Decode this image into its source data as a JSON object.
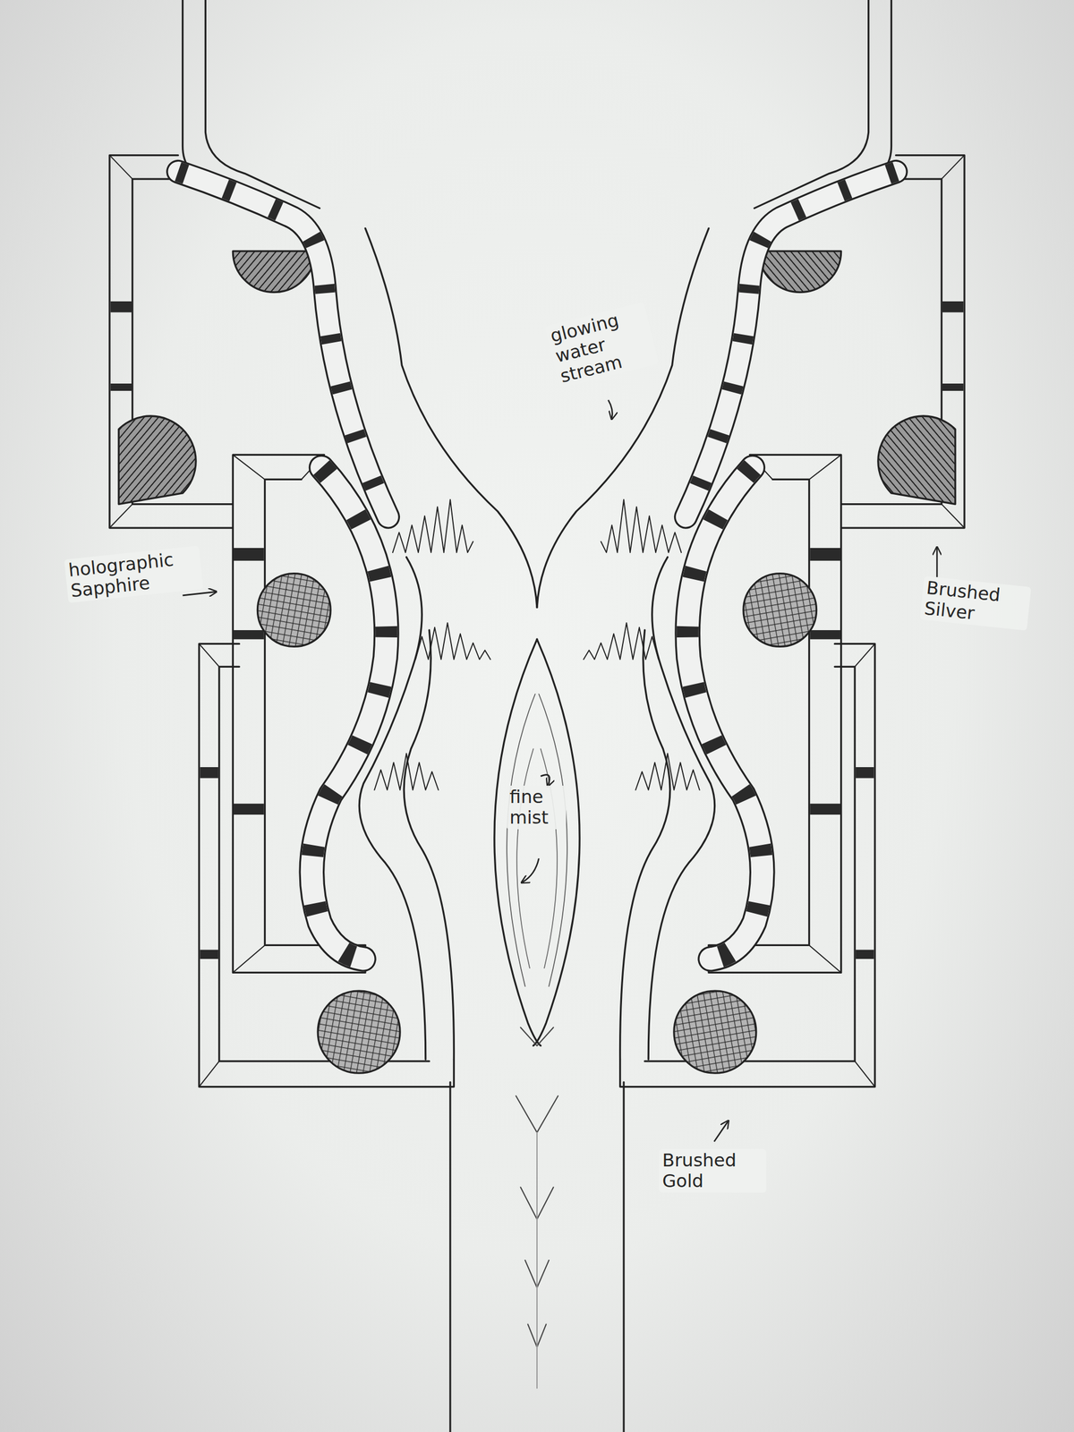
{
  "diagram": {
    "labels": [
      "glowing water stream",
      "holographic Sapphire",
      "Brushed Silver",
      "fine mist",
      "Brushed Gold"
    ]
  }
}
